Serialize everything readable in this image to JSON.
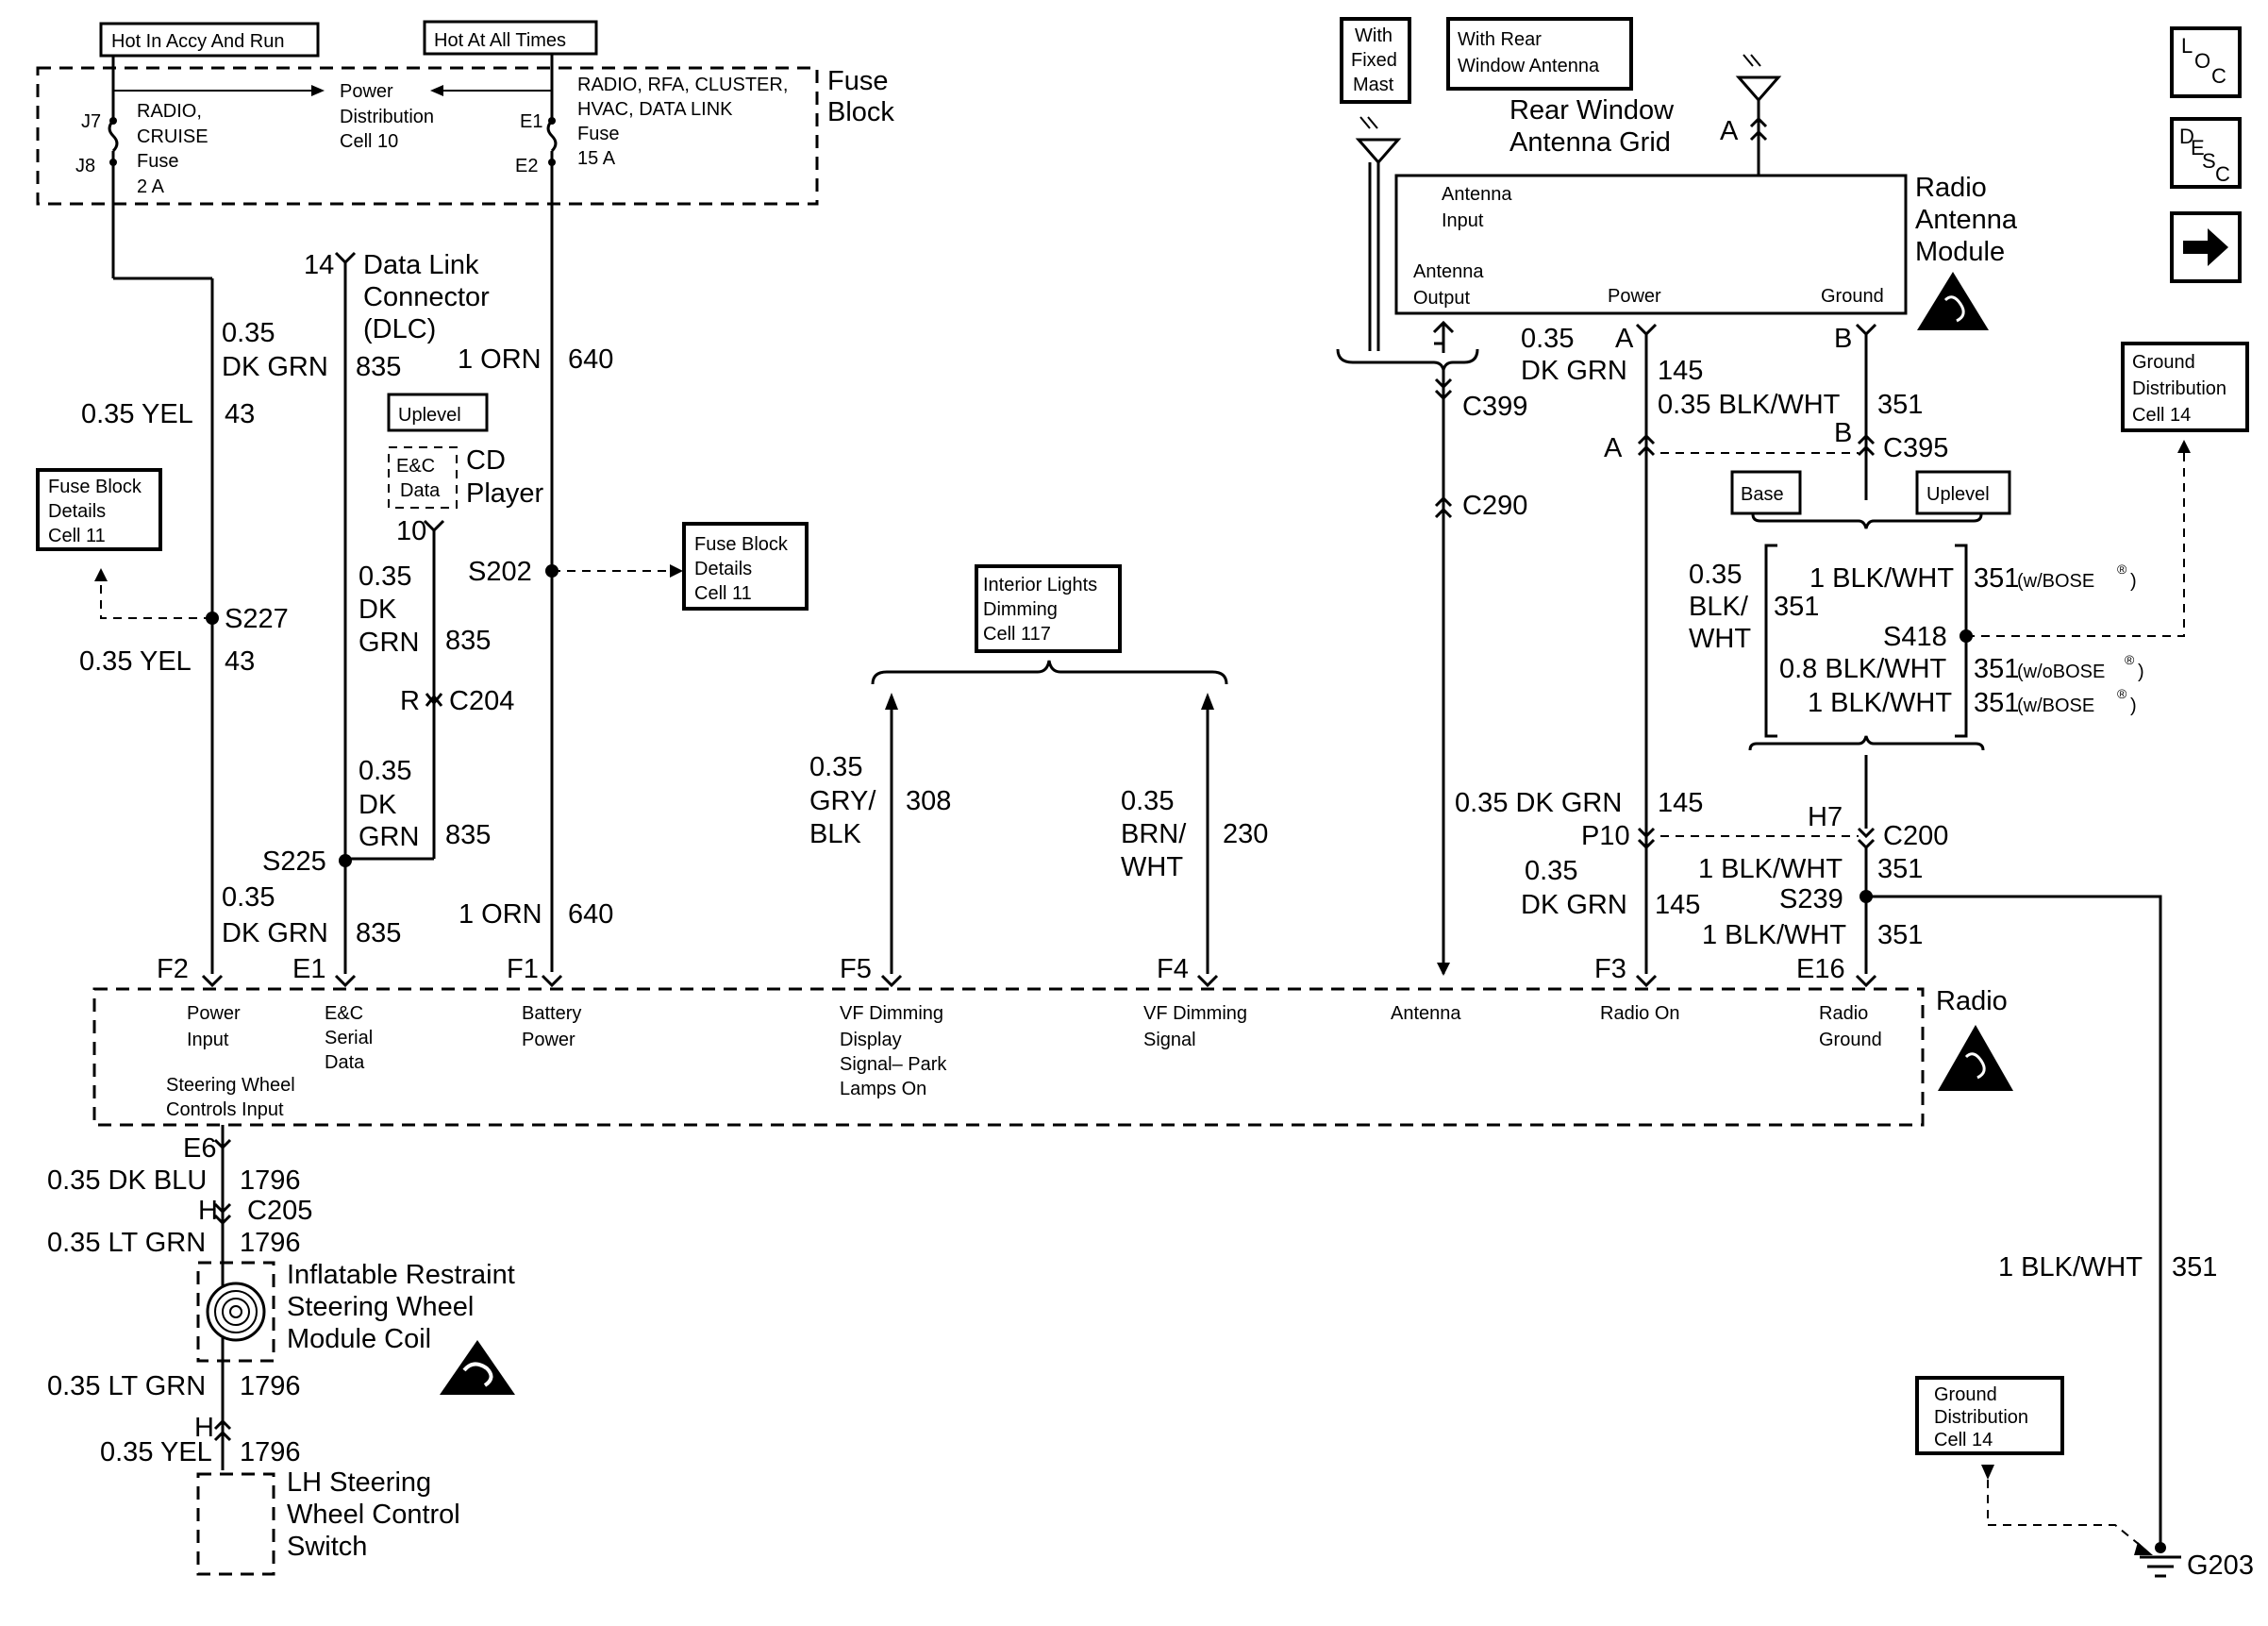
{
  "labels": {
    "hot_accy_run": "Hot In Accy And Run",
    "hot_all_times": "Hot At All Times",
    "fuse_block": [
      "Fuse",
      "Block"
    ],
    "pin_j7": "J7",
    "pin_j8": "J8",
    "pin_e1": "E1",
    "pin_e2": "E2",
    "fuse_radio": [
      "RADIO,",
      "CRUISE",
      "Fuse",
      "2 A"
    ],
    "power_dist": [
      "Power",
      "Distribution",
      "Cell 10"
    ],
    "fuse_rfa": [
      "RADIO, RFA, CLUSTER,",
      "HVAC, DATA LINK",
      "Fuse",
      "15 A"
    ],
    "dlc_pin": "14",
    "dlc_name": [
      "Data Link",
      "Connector",
      "(DLC)"
    ],
    "w_0_35": "0.35",
    "w_dk_grn": "DK GRN",
    "c_835": "835",
    "w_1_orn": "1 ORN",
    "c_640": "640",
    "w_yel": "0.35 YEL",
    "c_43": "43",
    "uplevel": "Uplevel",
    "ec_data": [
      "E&C",
      "Data"
    ],
    "cd_player": [
      "CD",
      "Player"
    ],
    "cd_pin": "10",
    "fb_details_left": [
      "Fuse Block",
      "Details",
      "Cell 11"
    ],
    "fb_details_mid": [
      "Fuse Block",
      "Details",
      "Cell 11"
    ],
    "s227": "S227",
    "s202": "S202",
    "w_dk": "DK",
    "w_grn": "GRN",
    "pin_r": "R",
    "c204": "C204",
    "s225": "S225",
    "int_lights": [
      "Interior Lights",
      "Dimming",
      "Cell 117"
    ],
    "w_gry": [
      "0.35",
      "GRY/",
      "BLK"
    ],
    "c_308": "308",
    "w_brn": [
      "0.35",
      "BRN/",
      "WHT"
    ],
    "c_230": "230",
    "with_fixed_mast": [
      "With",
      "Fixed",
      "Mast"
    ],
    "with_rear_window": [
      "With Rear",
      "Window Antenna"
    ],
    "rear_grid": [
      "Rear Window",
      "Antenna Grid"
    ],
    "pin_a": "A",
    "pin_b": "B",
    "ram_title": [
      "Radio",
      "Antenna",
      "Module"
    ],
    "ant_input": [
      "Antenna",
      "Input"
    ],
    "ant_output": [
      "Antenna",
      "Output"
    ],
    "ram_power": "Power",
    "ram_ground": "Ground",
    "w_dkgrn_145": [
      "0.35",
      "DK GRN"
    ],
    "c_145": "145",
    "w_blkwht_351": "0.35 BLK/WHT",
    "c_351": "351",
    "c399": "C399",
    "c395": "C395",
    "c290": "C290",
    "ground_dist_top": [
      "Ground",
      "Distribution",
      "Cell 14"
    ],
    "base": "Base",
    "uplevel2": "Uplevel",
    "s418_w1": [
      "0.35",
      "BLK/",
      "WHT"
    ],
    "s418_c": "351",
    "bose_1": "1 BLK/WHT",
    "bose_351": "351",
    "w_bose": "(w/BOSE",
    "wo_bose": "(w/oBOSE",
    "reg": "®",
    "paren": ")",
    "s418": "S418",
    "bose_2": "0.8 BLK/WHT",
    "w_dkgrn_145b": "0.35 DK GRN",
    "h7": "H7",
    "p10": "P10",
    "c200": "C200",
    "s239": "S239",
    "pin_f2": "F2",
    "pin_e1b": "E1",
    "pin_f1": "F1",
    "pin_f5": "F5",
    "pin_f4": "F4",
    "pin_f3": "F3",
    "pin_e16": "E16",
    "radio": "Radio",
    "r_power_input": [
      "Power",
      "Input"
    ],
    "r_ec_serial": [
      "E&C",
      "Serial",
      "Data"
    ],
    "r_batt": [
      "Battery",
      "Power"
    ],
    "r_steer": [
      "Steering Wheel",
      "Controls Input"
    ],
    "r_vf_disp": [
      "VF Dimming",
      "Display",
      "Signal–  Park",
      "Lamps On"
    ],
    "r_vf_sig": [
      "VF Dimming",
      "Signal"
    ],
    "r_antenna": "Antenna",
    "r_radio_on": "Radio On",
    "r_radio_gnd": [
      "Radio",
      "Ground"
    ],
    "pin_e6": "E6",
    "w_dkblu": "0.35 DK BLU",
    "c_1796": "1796",
    "pin_h": "H",
    "c205": "C205",
    "w_ltgrn": "0.35 LT GRN",
    "ir_coil": [
      "Inflatable Restraint",
      "Steering Wheel",
      "Module Coil"
    ],
    "w_yel2": "0.35 YEL",
    "lh_switch": [
      "LH Steering",
      "Wheel Control",
      "Switch"
    ],
    "ground_dist_bot": [
      "Ground",
      "Distribution",
      "Cell 14"
    ],
    "w_blkwht_1": "1 BLK/WHT",
    "g203": "G203",
    "nav_loc": [
      "L",
      "O",
      "C"
    ],
    "nav_desc": [
      "D",
      "E",
      "S",
      "C"
    ]
  },
  "icons": [
    "esd-sensitive-icon",
    "airbag-warning-icon",
    "next-page-arrow-icon",
    "ground-icon",
    "antenna-icon",
    "fuse-icon",
    "clockspring-icon"
  ]
}
